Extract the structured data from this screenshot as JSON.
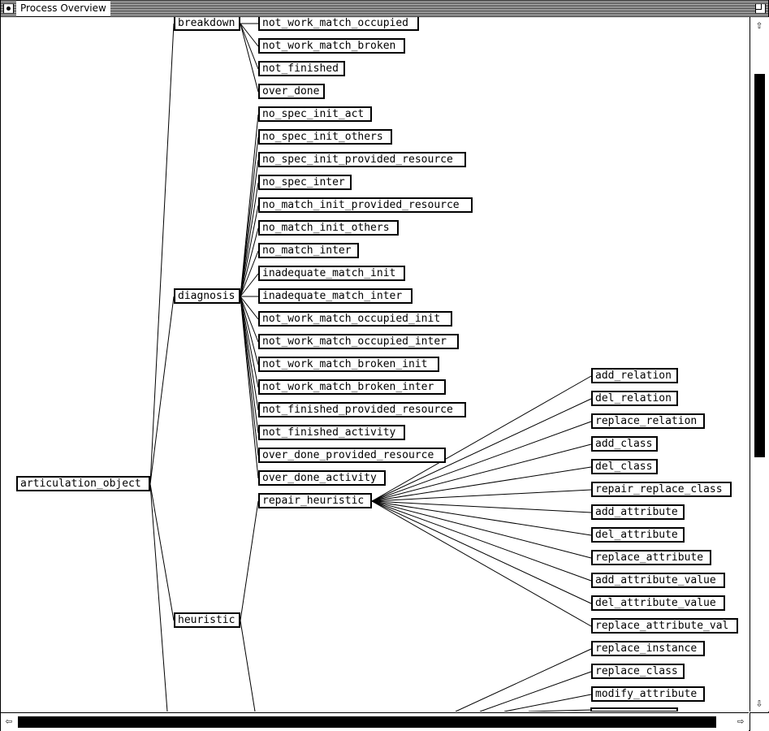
{
  "window": {
    "title": "Process Overview"
  },
  "tree": {
    "root": {
      "label": "articulation_object"
    },
    "groups": [
      {
        "label": "breakdown",
        "children": [
          "not_work_match_occupied",
          "not_work_match_broken",
          "not_finished",
          "over_done"
        ]
      },
      {
        "label": "diagnosis",
        "children": [
          "no_spec_init_act",
          "no_spec_init_others",
          "no_spec_init_provided_resource",
          "no_spec_inter",
          "no_match_init_provided_resource",
          "no_match_init_others",
          "no_match_inter",
          "inadequate_match_init",
          "inadequate_match_inter",
          "not_work_match_occupied_init",
          "not_work_match_occupied_inter",
          "not_work_match_broken_init",
          "not_work_match_broken_inter",
          "not_finished_provided_resource",
          "not_finished_activity",
          "over_done_provided_resource",
          "over_done_activity"
        ]
      },
      {
        "label": "heuristic",
        "children": [
          "repair_heuristic"
        ]
      }
    ],
    "repair_heuristic_children": [
      "add_relation",
      "del_relation",
      "replace_relation",
      "add_class",
      "del_class",
      "repair_replace_class",
      "add_attribute",
      "del_attribute",
      "replace_attribute",
      "add_attribute_value",
      "del_attribute_value",
      "replace_attribute_val"
    ],
    "offscreen_children": [
      "replace_instance",
      "replace_class",
      "modify_attribute"
    ]
  },
  "scrollbars": {
    "up_arrow_icon": "arrow-up-icon",
    "down_arrow_icon": "arrow-down-icon",
    "left_arrow_icon": "arrow-left-icon",
    "right_arrow_icon": "arrow-right-icon"
  }
}
